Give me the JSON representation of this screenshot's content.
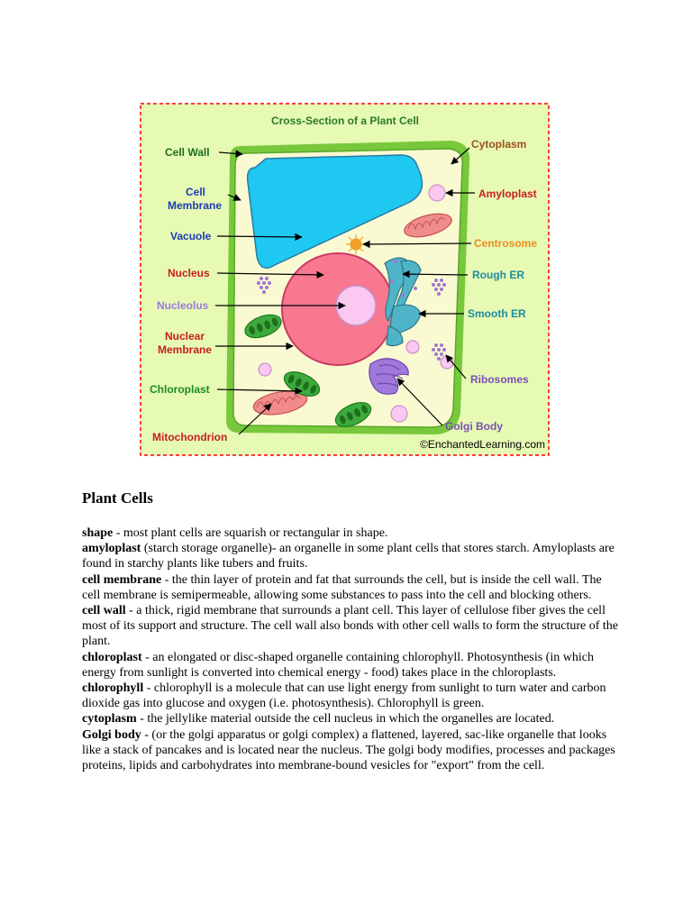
{
  "diagram": {
    "title": "Cross-Section of a Plant Cell",
    "credit": "©EnchantedLearning.com",
    "labels": {
      "cell_wall": "Cell Wall",
      "cell_membrane_1": "Cell",
      "cell_membrane_2": "Membrane",
      "vacuole": "Vacuole",
      "nucleus": "Nucleus",
      "nucleolus": "Nucleolus",
      "nuclear_membrane_1": "Nuclear",
      "nuclear_membrane_2": "Membrane",
      "chloroplast": "Chloroplast",
      "mitochondrion": "Mitochondrion",
      "cytoplasm": "Cytoplasm",
      "amyloplast": "Amyloplast",
      "centrosome": "Centrosome",
      "rough_er": "Rough ER",
      "smooth_er": "Smooth ER",
      "ribosomes": "Ribosomes",
      "golgi_body": "Golgi Body"
    },
    "colors": {
      "background": "#e6fab4",
      "cell_wall": "#78c83c",
      "cytoplasm": "#fafad2",
      "vacuole": "#1ec8f0",
      "nucleus": "#f87890",
      "nucleolus": "#fac8f0",
      "chloroplast": "#3caa3c",
      "mitochondrion": "#f08c8c",
      "golgi": "#a078dc",
      "er": "#50b4c8",
      "centrosome": "#f0a028",
      "ribosome": "#a078d2",
      "border": "#ff0000"
    }
  },
  "heading": "Plant Cells",
  "definitions": [
    {
      "term": "shape",
      "text": " - most plant cells are squarish or rectangular in shape."
    },
    {
      "term": "amyloplast",
      "text": " (starch storage organelle)- an organelle in some plant cells that stores starch. Amyloplasts are found in starchy plants like tubers and fruits."
    },
    {
      "term": "cell membrane",
      "text": " - the thin layer of protein and fat that surrounds the cell, but is inside the cell wall. The cell membrane is semipermeable, allowing some substances to pass into the cell and blocking others."
    },
    {
      "term": "cell wall",
      "text": " - a thick, rigid membrane that surrounds a plant cell. This layer of cellulose fiber gives the cell most of its support and structure. The cell wall also bonds with other cell walls to form the structure of the plant."
    },
    {
      "term": "chloroplast",
      "text": " - an elongated or disc-shaped organelle containing chlorophyll. Photosynthesis (in which energy from sunlight is converted into chemical energy - food) takes place in the chloroplasts."
    },
    {
      "term": "chlorophyll",
      "text": " - chlorophyll is a molecule that can use light energy from sunlight to turn water and carbon dioxide gas into glucose and oxygen (i.e. photosynthesis). Chlorophyll is green."
    },
    {
      "term": "cytoplasm",
      "text": " - the jellylike material outside the cell nucleus in which the organelles are located."
    },
    {
      "term": "Golgi body",
      "text": " - (or the golgi apparatus or golgi complex) a flattened, layered, sac-like organelle that looks like a stack of pancakes and is located near the nucleus. The golgi body modifies, processes and packages proteins, lipids and carbohydrates into membrane-bound vesicles for \"export\" from the cell."
    }
  ]
}
